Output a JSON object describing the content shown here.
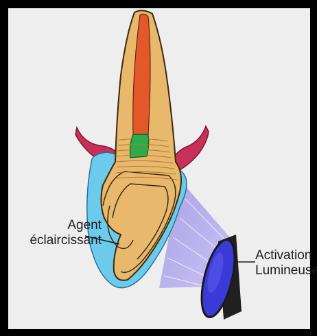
{
  "labels": {
    "agent_line1": "Agent",
    "agent_line2": "éclaircissant",
    "activation_line1": "Activation",
    "activation_line2": "Lumineuse"
  },
  "colors": {
    "frame": "#000000",
    "background": "#eeeeee",
    "dentin": "#e8b86c",
    "pulp": "#e2582a",
    "filling": "#22b14c",
    "gum": "#c8305a",
    "bleach_gel": "#66c8e8",
    "light_beam": "#a99ae8",
    "lamp_lens": "#3a3ad6",
    "lamp_body": "#202020"
  },
  "icons": [
    "light-lamp-icon"
  ]
}
